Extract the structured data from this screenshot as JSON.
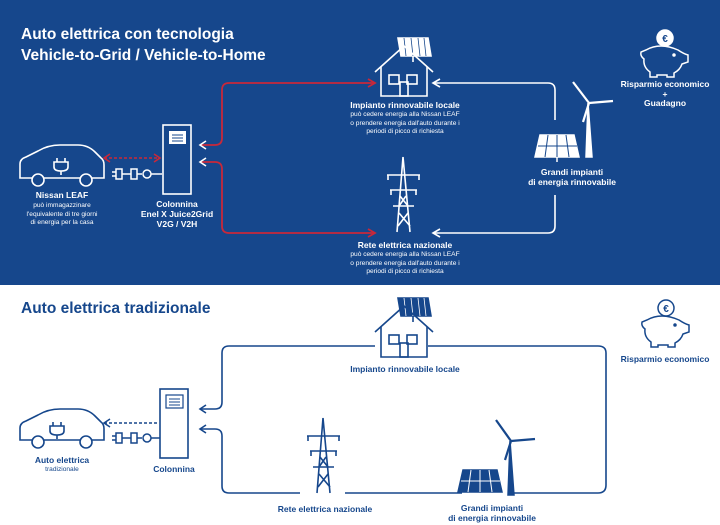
{
  "top": {
    "title_line1": "Auto elettrica con tecnologia",
    "title_line2": "Vehicle-to-Grid / Vehicle-to-Home",
    "car_label": "Nissan LEAF",
    "car_desc": [
      "può immagazzinare",
      "l'equivalente di tre giorni",
      "di energia per la casa"
    ],
    "station_label": [
      "Colonnina",
      "Enel X Juice2Grid",
      "V2G / V2H"
    ],
    "local_label": "Impianto rinnovabile locale",
    "local_desc": [
      "può cedere energia alla Nissan LEAF",
      "o prendere energia dall'auto durante i",
      "periodi di picco di richiesta"
    ],
    "grid_label": "Rete elettrica nazionale",
    "grid_desc": [
      "può cedere energia alla Nissan LEAF",
      "o prendere energia dall'auto durante i",
      "periodi di picco di richiesta"
    ],
    "plants_label": [
      "Grandi impianti",
      "di energia rinnovabile"
    ],
    "savings_label": [
      "Risparmio economico",
      "+",
      "Guadagno"
    ]
  },
  "bottom": {
    "title": "Auto elettrica tradizionale",
    "car_label": "Auto elettrica",
    "car_desc": "tradizionale",
    "station_label": "Colonnina",
    "local_label": "Impianto rinnovabile locale",
    "grid_label": "Rete elettrica nazionale",
    "plants_label": [
      "Grandi impianti",
      "di energia rinnovabile"
    ],
    "savings_label": "Risparmio economico"
  },
  "icons": {
    "house": "house-with-solar-panel-icon",
    "pylon": "power-pylon-icon",
    "plant": "solar-and-wind-icon",
    "car": "electric-car-icon",
    "charger": "charging-station-icon",
    "piggy": "piggy-bank-euro-icon"
  },
  "colors": {
    "navy": "#16478c",
    "red": "#c8283a",
    "white": "#ffffff"
  }
}
